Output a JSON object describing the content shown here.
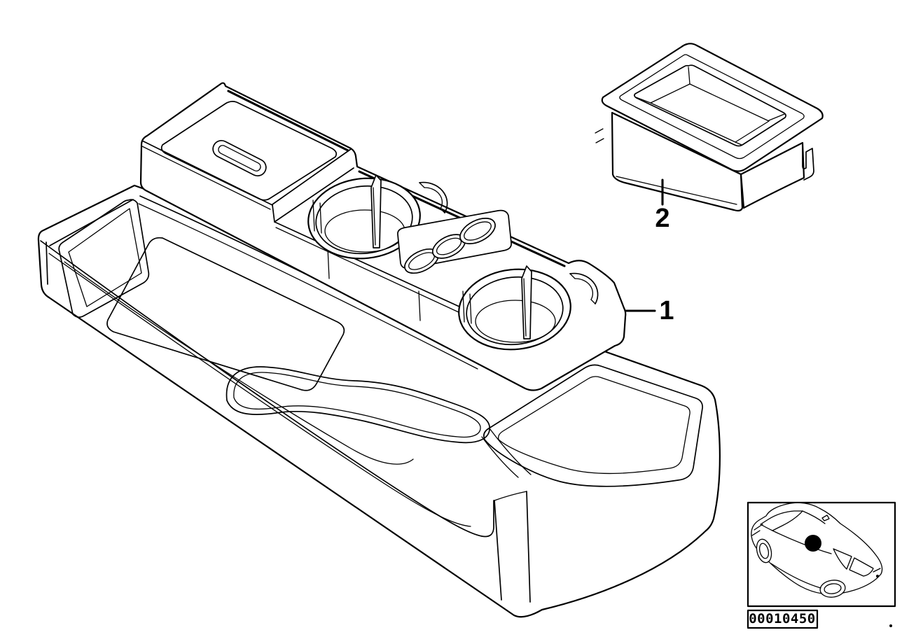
{
  "page": {
    "background": "#ffffff",
    "line_color": "#000000"
  },
  "parts": {
    "callouts": [
      {
        "ref": "1"
      },
      {
        "ref": "2"
      }
    ],
    "code_plate": {
      "code": "00010450"
    }
  },
  "icons": {
    "car_location": "car-top-three-quarter-outline",
    "location_marker": "filled-black-dot"
  }
}
